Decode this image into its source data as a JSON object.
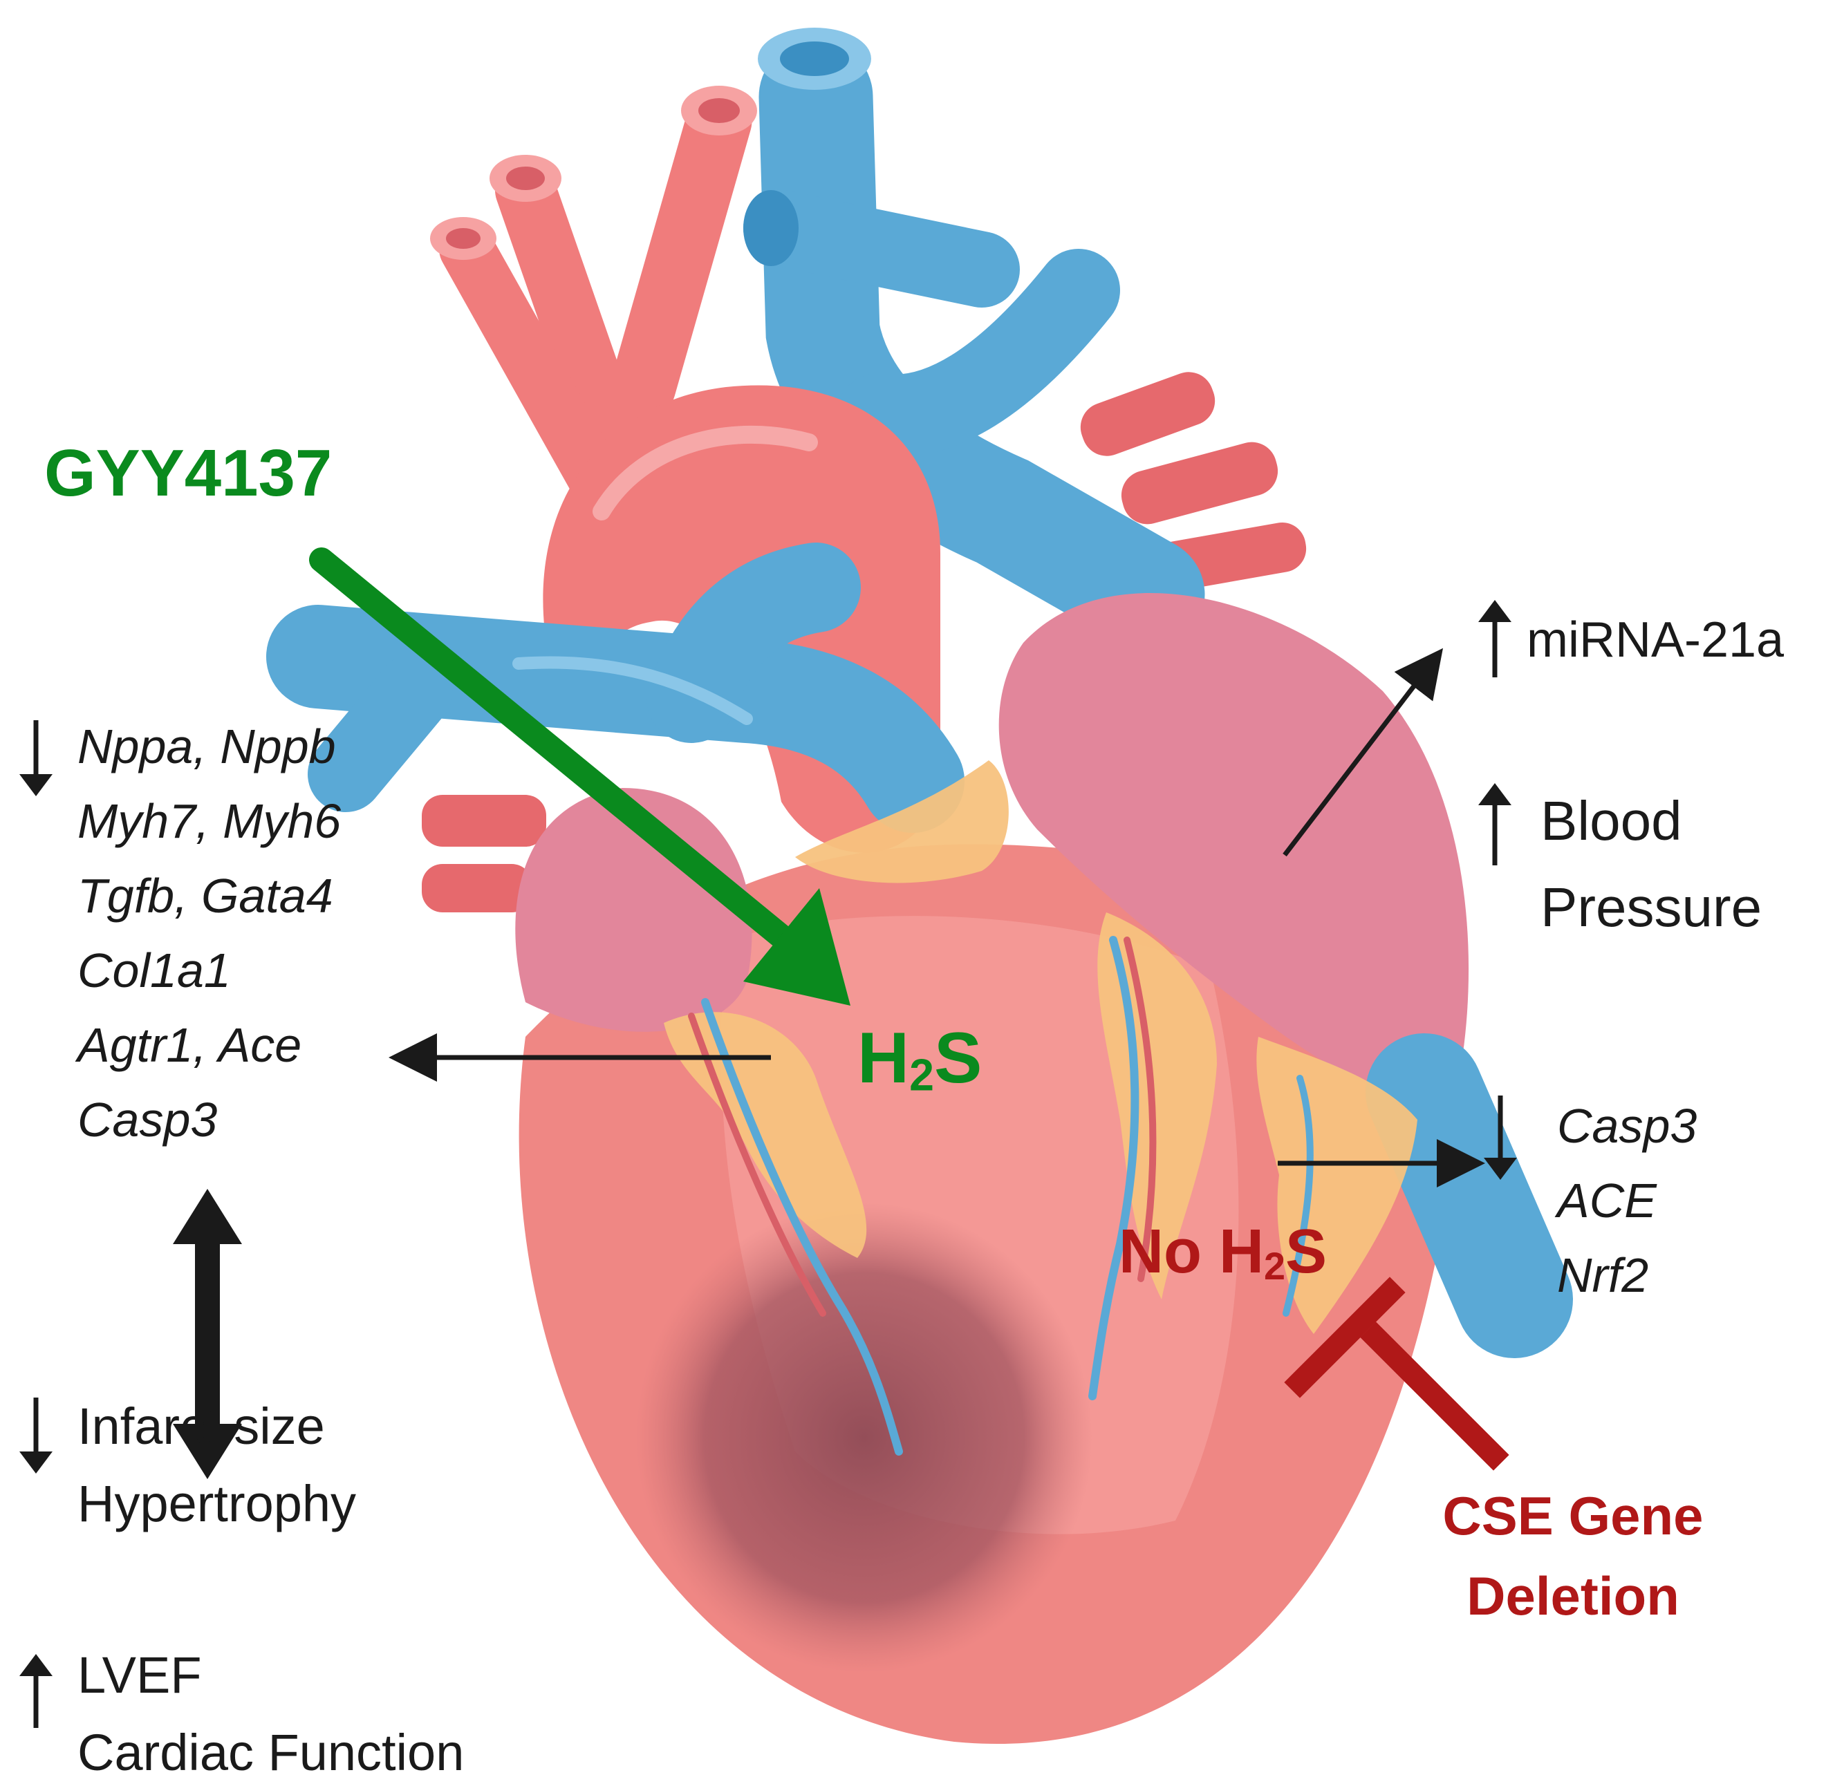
{
  "colors": {
    "artery": "#f07c7c",
    "vein": "#5aa9d6",
    "atrium": "#e2869b",
    "fat": "#f7c27e",
    "infarct": "#8f4a55",
    "donor_arrow": "#0a8a1e",
    "deletion": "#b01818",
    "text": "#1a1a1a"
  },
  "donor": {
    "name": "GYY4137"
  },
  "center": {
    "h2s_prefix": "H",
    "h2s_sub": "2",
    "h2s_suffix": "S"
  },
  "knockout": {
    "prefix": "No H",
    "sub": "2",
    "suffix": "S",
    "line1": "CSE Gene",
    "line2": "Deletion"
  },
  "left_genes": {
    "items": [
      "Nppa, Nppb",
      "Myh7, Myh6",
      "Tgfb, Gata4",
      "Col1a1",
      "Agtr1, Ace",
      "Casp3"
    ]
  },
  "left_outcomes": {
    "block1": [
      "Infarct size",
      "Hypertrophy"
    ],
    "block2": [
      "LVEF",
      "Cardiac Function"
    ]
  },
  "right_effects": {
    "mirna": "miRNA-21a",
    "bp_line1": "Blood",
    "bp_line2": "Pressure",
    "genes": [
      "Casp3",
      "ACE",
      "Nrf2"
    ]
  },
  "icons": {
    "down": "arrow-down-icon",
    "up": "arrow-up-icon",
    "bidirectional": "double-headed-arrow-icon",
    "inhibit": "inhibition-bar-icon"
  }
}
